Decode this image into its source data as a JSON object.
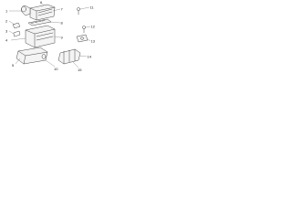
{
  "diagram": {
    "callouts": [
      "1",
      "2",
      "3",
      "4",
      "5",
      "6",
      "7",
      "8",
      "9",
      "10",
      "11",
      "12",
      "13",
      "14",
      "15"
    ],
    "colors": {
      "line": "#333333",
      "background": "#ffffff"
    }
  }
}
